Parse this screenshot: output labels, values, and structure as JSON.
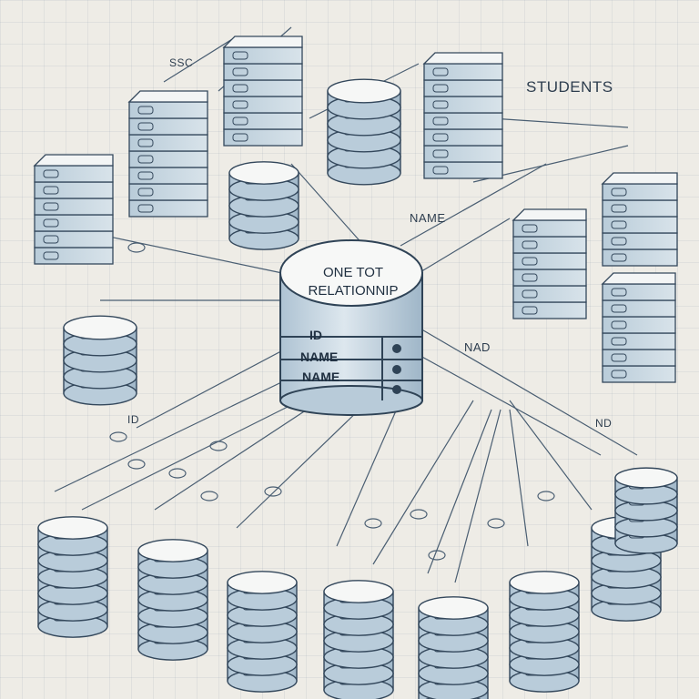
{
  "central_entity": {
    "title_line1": "ONE TOT",
    "title_line2": "RELATIONNIP",
    "rows": [
      "ID",
      "NAME",
      "NAME"
    ]
  },
  "labels": {
    "students": "STUDENTS",
    "name": "NAME",
    "nad": "NAD",
    "id": "ID",
    "ssc": "SSC",
    "nd": "ND"
  },
  "colors": {
    "background": "#eeece6",
    "stroke": "#3a4f63",
    "disk_top": "#f6f7f6",
    "disk_side": "#c9d7e1",
    "accent": "#6f8ea8"
  }
}
